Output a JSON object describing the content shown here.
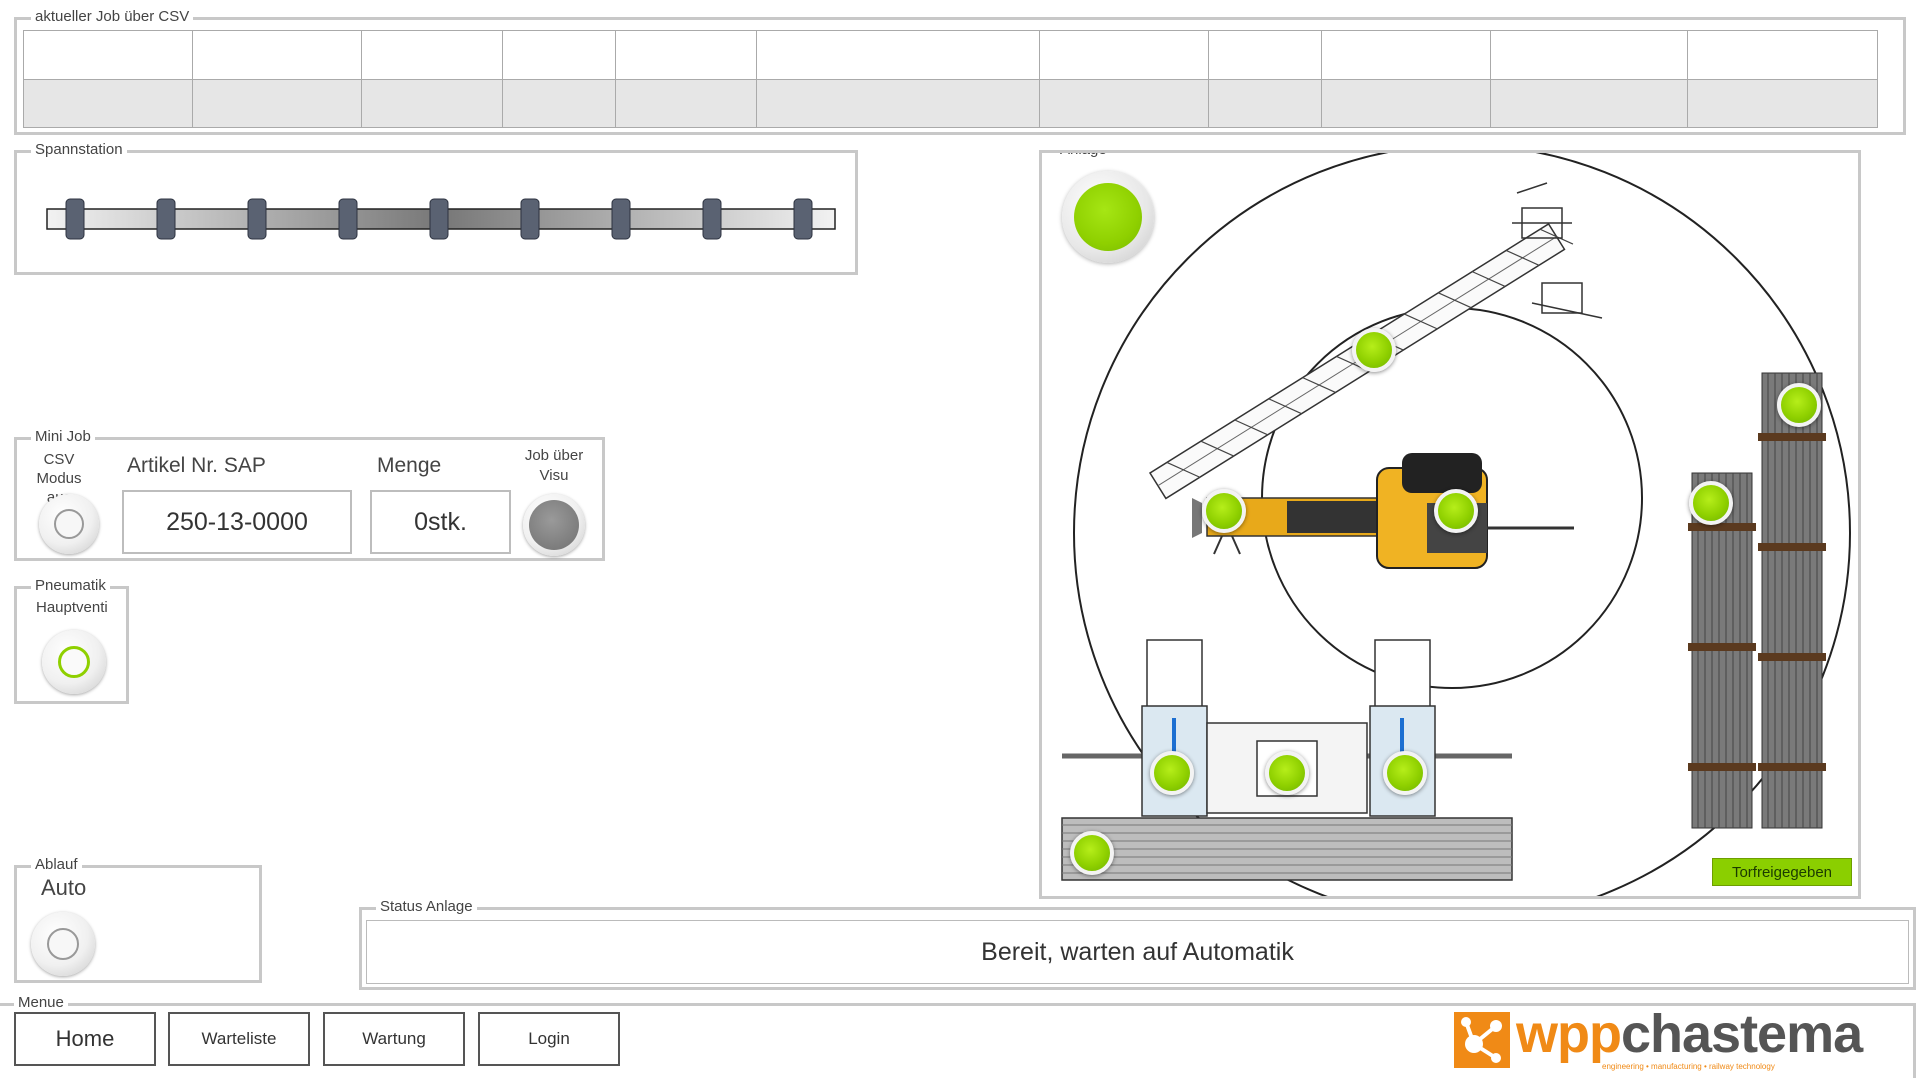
{
  "csv_job": {
    "title": "aktueller Job über CSV",
    "rows": [
      [
        "",
        "",
        "",
        "",
        "",
        "",
        "",
        "",
        "",
        "",
        ""
      ],
      [
        "",
        "",
        "",
        "",
        "",
        "",
        "",
        "",
        "",
        "",
        ""
      ]
    ]
  },
  "spannstation": {
    "title": "Spannstation",
    "clamp_count": 9
  },
  "mini_job": {
    "title": "Mini Job",
    "csv_mode_label": "CSV Modus aus",
    "artikel_label": "Artikel Nr. SAP",
    "artikel_value": "250-13-0000",
    "menge_label": "Menge",
    "menge_value": "0stk.",
    "visu_label": "Job über Visu"
  },
  "pneumatik": {
    "title": "Pneumatik",
    "subtitle": "Hauptventi"
  },
  "ablauf": {
    "title": "Ablauf",
    "mode": "Auto"
  },
  "status": {
    "title": "Status Anlage",
    "text": "Bereit, warten auf Automatik"
  },
  "anlage": {
    "title": "Anlage",
    "door_badge": "Torfreigegeben",
    "status_color": "#8fd000"
  },
  "menu": {
    "title": "Menue",
    "buttons": [
      "Home",
      "Warteliste",
      "Wartung",
      "Login"
    ]
  },
  "brand": {
    "name_prefix": "wpp",
    "name_suffix": "chastema",
    "tagline": "engineering • manufacturing • railway technology",
    "accent_color": "#f08a16"
  }
}
